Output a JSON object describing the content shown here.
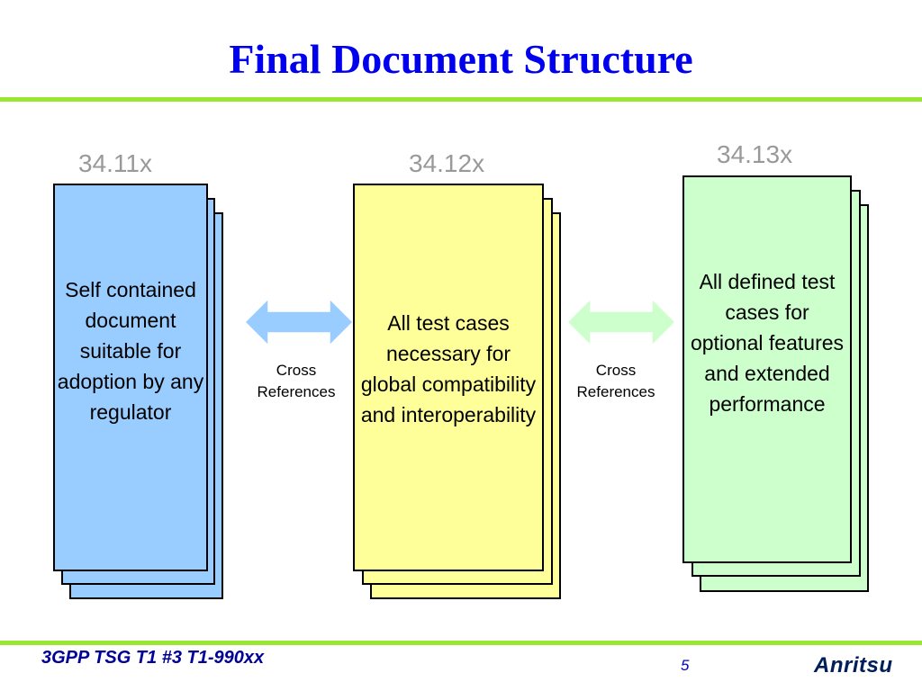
{
  "title": "Final Document Structure",
  "documents": [
    {
      "label": "34.11x",
      "text": "Self contained document suitable for adoption by any regulator",
      "color": "#99ccff"
    },
    {
      "label": "34.12x",
      "text": "All test cases necessary for global compatibility and interoperability",
      "color": "#ffff99"
    },
    {
      "label": "34.13x",
      "text": "All defined test cases for optional features and extended performance",
      "color": "#ccffcc"
    }
  ],
  "links": [
    {
      "label_line1": "Cross",
      "label_line2": "References",
      "color": "#99ccff"
    },
    {
      "label_line1": "Cross",
      "label_line2": "References",
      "color": "#ccffcc"
    }
  ],
  "footer": {
    "meeting": "3GPP TSG T1 #3  T1-990xx",
    "page_number": "5",
    "logo_text": "Anritsu"
  }
}
